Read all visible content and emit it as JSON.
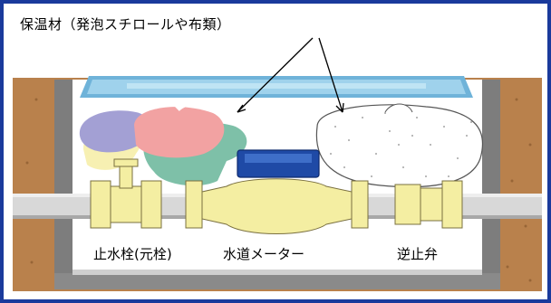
{
  "caption": "保温材（発泡スチロールや布類）",
  "labels": {
    "stop_valve": "止水栓(元栓)",
    "water_meter": "水道メーター",
    "check_valve": "逆止弁"
  },
  "colors": {
    "border": "#1a3a9c",
    "soil": "#b9814c",
    "box": "#7d7d7d",
    "lid": "#9fd2ec",
    "pipe": "#d8d8d8",
    "fitting": "#f4eea2",
    "meter_cap": "#1f4aa6",
    "insulation_green": "#7ec0a8",
    "insulation_pink": "#f2a2a2",
    "insulation_purple": "#a3a0d4",
    "styrofoam": "#ffffff"
  }
}
